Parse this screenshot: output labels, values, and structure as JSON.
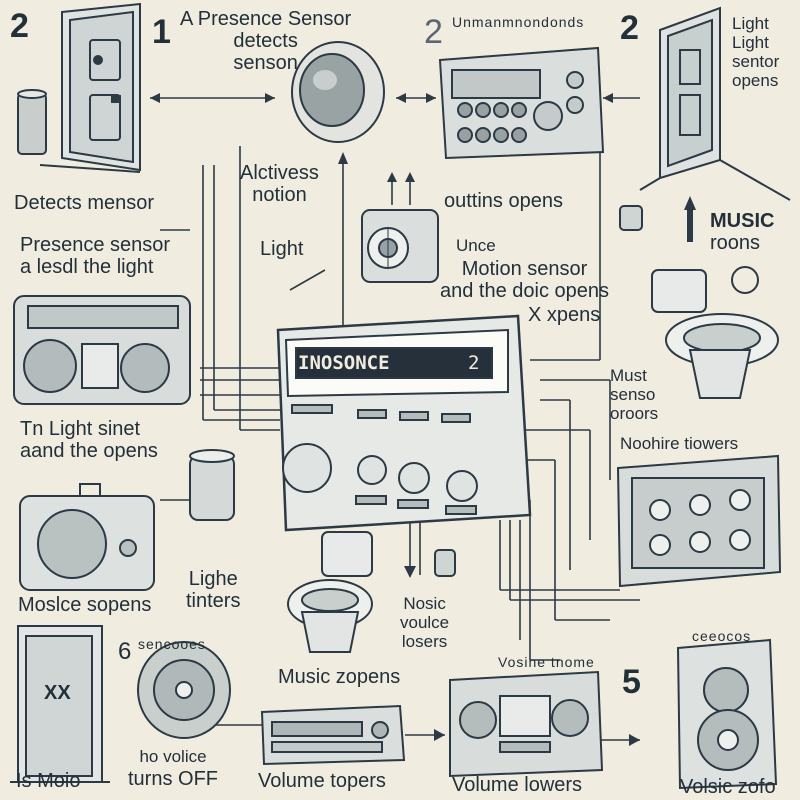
{
  "numbers": {
    "n_top_left": "2",
    "n_top_second": "1",
    "n_top_mid": "2",
    "n_top_right": "2",
    "n_bottom_left": "6",
    "n_bottom_right": "5"
  },
  "labels": {
    "presence_sensor_title": [
      "A Presence Sensor",
      "detects",
      "senson"
    ],
    "top_mid_caption": "Unmanmnondonds",
    "light_sensor_opens": [
      "Light",
      "Light",
      "sentor",
      "opens"
    ],
    "detects_mensor": "Detects mensor",
    "presence_sensor_light": [
      "Presence sensor",
      "a lesdl the light"
    ],
    "alctivess_notion": [
      "Alctivess",
      "notion"
    ],
    "light": "Light",
    "buttins_opens": "outtins opens",
    "music_roons": [
      "MUSIC",
      "roons"
    ],
    "unce": "Unce",
    "motion_sensor_opens": [
      "Motion sensor",
      "and the doic opens"
    ],
    "x_xpens": "X xpens",
    "display_text": "INOSONCE",
    "display_digit": "2",
    "must_sensor": [
      "Must",
      "senso",
      "oroors"
    ],
    "noohire_flowers": "Noohire tiowers",
    "light_sinet": [
      "Tn Light sinet",
      "aand the opens"
    ],
    "moslce_sopens": "Moslce sopens",
    "lighe_tinters": [
      "Lighe",
      "tinters"
    ],
    "nosic_voulce": [
      "Nosic",
      "voulce",
      "losers"
    ],
    "music_zopens": "Music zopens",
    "sencoos": "sencooes",
    "ceecos": "ceeocos",
    "vosine_tnome": "Vosine tnome",
    "door_xx": "XX",
    "is_moio": "Is Moio",
    "no_volice": [
      "ho volice",
      "turns OFF"
    ],
    "volume_topers": "Volume topers",
    "volume_lowers": "Volume lowers",
    "volsic_zofo": "Volsic zofo"
  },
  "icons": [
    "door-icon",
    "presence-sensor-icon",
    "mixer-panel-icon",
    "door-icon",
    "trash-can-icon",
    "motion-sensor-icon",
    "toilet-icon",
    "radio-icon",
    "controller-icon",
    "jar-icon",
    "speaker-icon",
    "record-disc-icon",
    "dvd-player-icon",
    "stereo-icon",
    "tower-speaker-icon",
    "panel-device-icon"
  ]
}
